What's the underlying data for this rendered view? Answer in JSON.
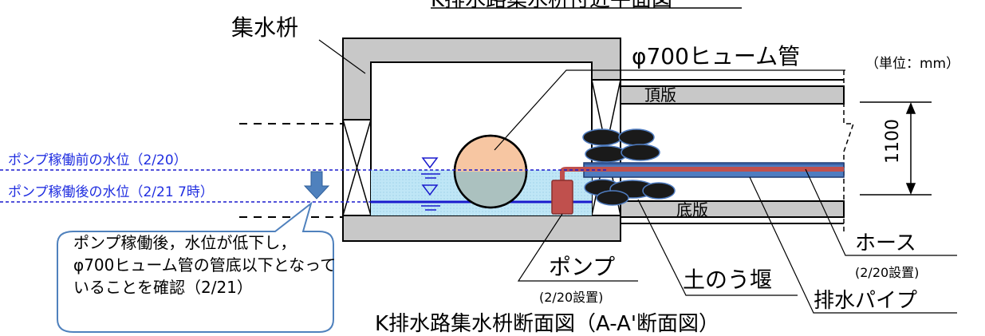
{
  "labels": {
    "top_title": "K排水路集水枡付近平面図",
    "catch_basin": "集水枡",
    "hume_pipe": "φ700ヒューム管",
    "unit": "（単位：mm）",
    "top_slab": "頂版",
    "bottom_slab": "底版",
    "height_dim": "1100",
    "water_before": "ポンプ稼働前の水位（2/20）",
    "water_after": "ポンプ稼働後の水位（2/21 7時）",
    "pump": "ポンプ",
    "pump_date": "(2/20設置)",
    "sandbag_weir": "土のう堰",
    "hose": "ホース",
    "hose_date": "(2/20設置)",
    "drain_pipe": "排水パイプ",
    "caption": "K排水路集水枡断面図（A-A'断面図）"
  },
  "callout": {
    "text": "ポンプ稼働後，水位が低下し，φ700ヒューム管の管底以下となっていることを確認（2/21）"
  },
  "colors": {
    "concrete": "#c8c8c8",
    "water": "#bfe6f6",
    "water_line": "#1a1acd",
    "pipe_fill": "#f7c6a2",
    "pump": "#c0504d",
    "hose": "#c0504d",
    "drain_pipe": "#4f7cc0",
    "sandbag": "#1a1a1a",
    "arrow": "#4f81bd",
    "callout_border": "#4f81bd"
  }
}
